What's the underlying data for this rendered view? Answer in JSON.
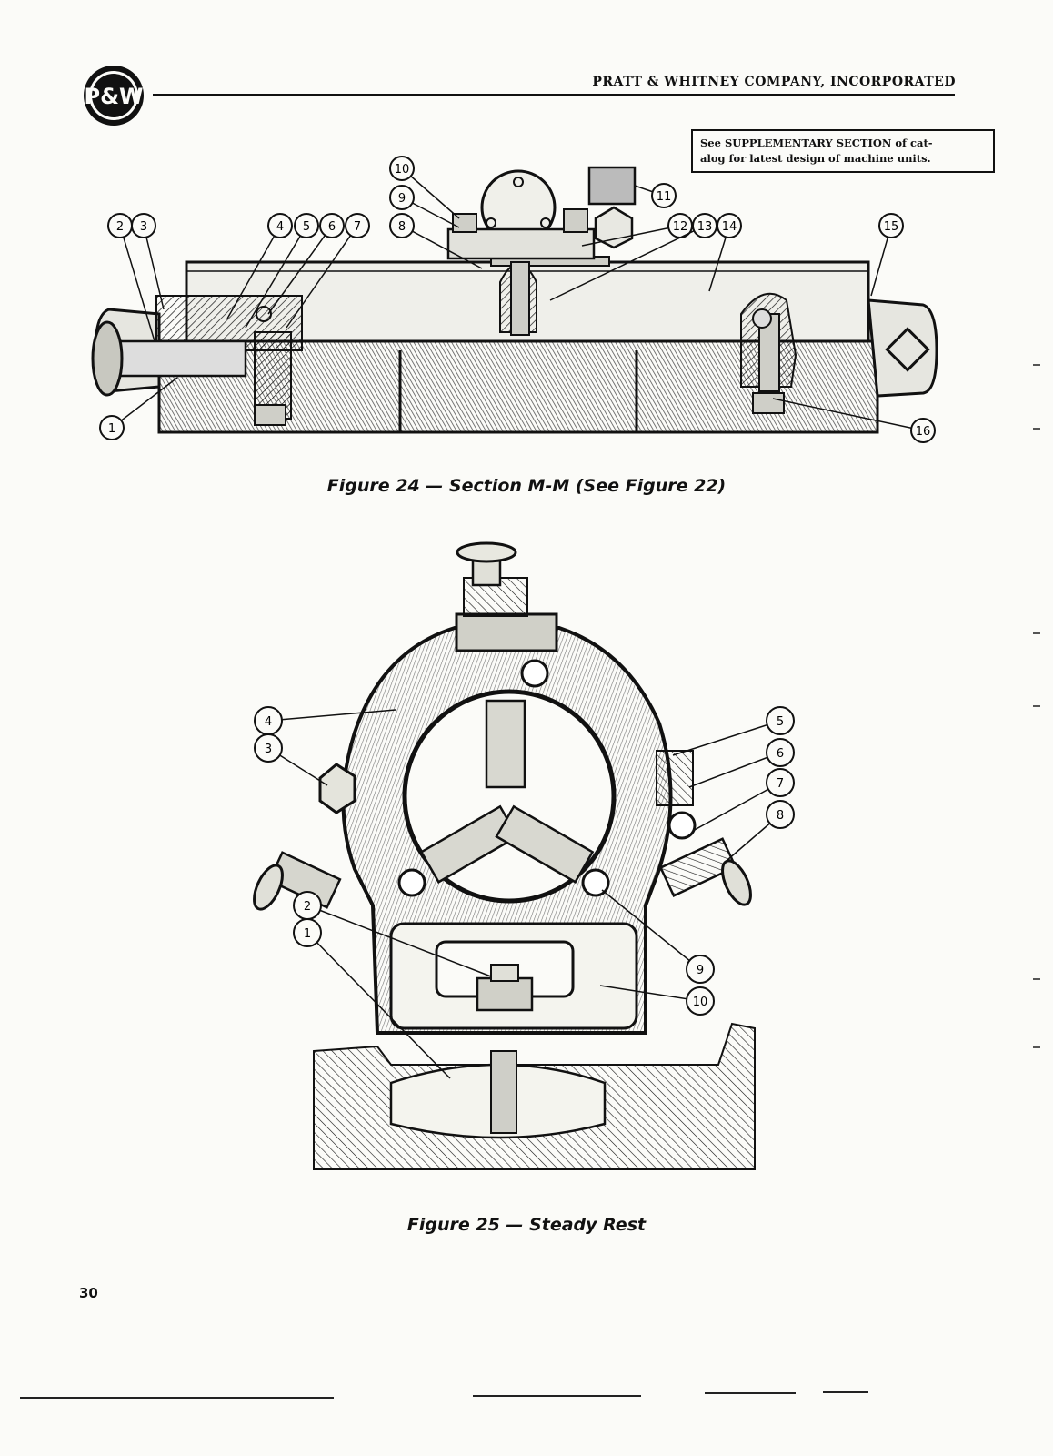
{
  "header": {
    "logo_text": "P&W",
    "company": "PRATT & WHITNEY COMPANY, INCORPORATED"
  },
  "supplementary_note": {
    "line1": "See SUPPLEMENTARY SECTION of cat-",
    "line2": "alog for latest design of machine units."
  },
  "figure24": {
    "caption": "Figure 24 — Section M-M (See Figure 22)",
    "callouts": [
      "1",
      "2",
      "3",
      "4",
      "5",
      "6",
      "7",
      "8",
      "9",
      "10",
      "11",
      "12",
      "13",
      "14",
      "15",
      "16"
    ]
  },
  "figure25": {
    "caption": "Figure 25 — Steady Rest",
    "callouts": [
      "1",
      "2",
      "3",
      "4",
      "5",
      "6",
      "7",
      "8",
      "9",
      "10"
    ]
  },
  "page_number": "30",
  "colors": {
    "ink": "#111111",
    "paper": "#fbfbf8",
    "shade": "#9a9a9a"
  }
}
